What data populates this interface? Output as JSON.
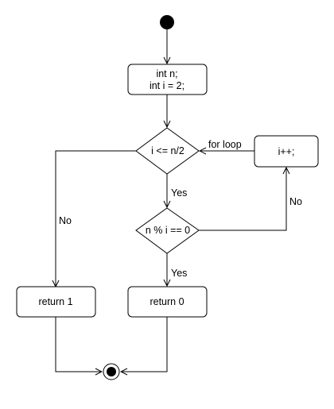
{
  "diagram": {
    "nodes": {
      "init": {
        "lines": [
          "int n;",
          "int i = 2;"
        ]
      },
      "loop_condition": {
        "label": "i <= n/2"
      },
      "increment": {
        "label": "i++;"
      },
      "mod_check": {
        "label": "n % i == 0"
      },
      "return_one": {
        "label": "return 1"
      },
      "return_zero": {
        "label": "return 0"
      }
    },
    "edge_labels": {
      "for_loop": "for loop",
      "loop_yes": "Yes",
      "loop_no": "No",
      "mod_yes": "Yes",
      "mod_no": "No"
    }
  }
}
